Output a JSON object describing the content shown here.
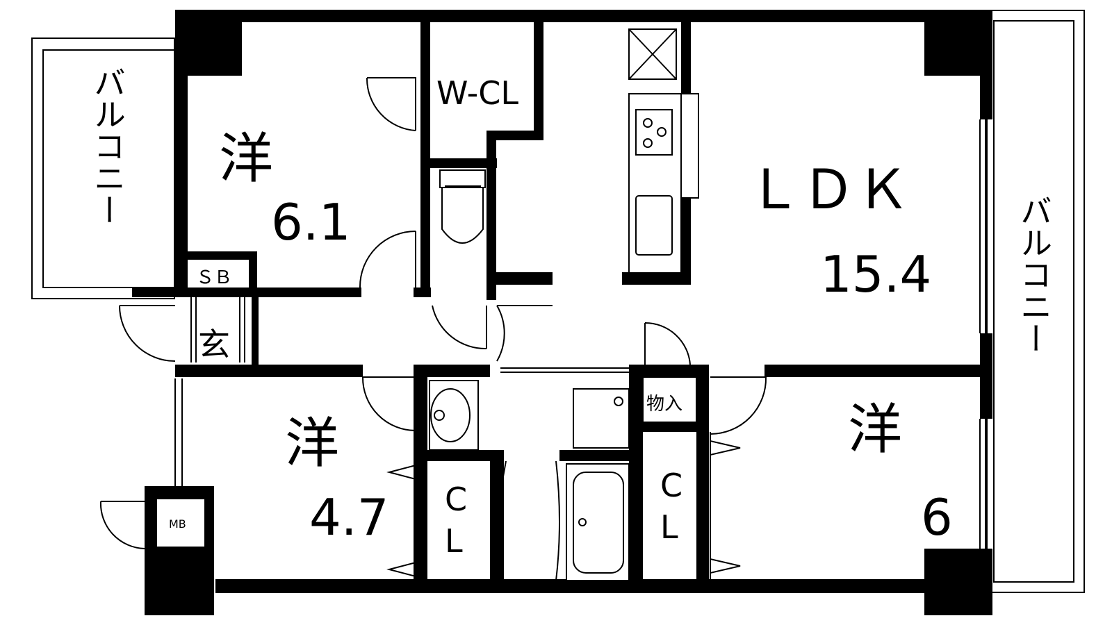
{
  "rooms": {
    "west_top": {
      "label": "洋",
      "area": "6.1"
    },
    "ldk": {
      "label": "ＬＤＫ",
      "area": "15.4"
    },
    "west_left": {
      "label": "洋",
      "area": "4.7"
    },
    "west_right": {
      "label": "洋",
      "area": "6"
    }
  },
  "spaces": {
    "balcony_left": "バルコニー",
    "balcony_right": "バルコニー",
    "walk_in_closet": "W-CL",
    "shoe_box": "ＳＢ",
    "entrance": "玄",
    "storage": "物入",
    "closet_1_top": "C",
    "closet_1_bottom": "L",
    "closet_2_top": "C",
    "closet_2_bottom": "L",
    "meter_box": "MB"
  }
}
